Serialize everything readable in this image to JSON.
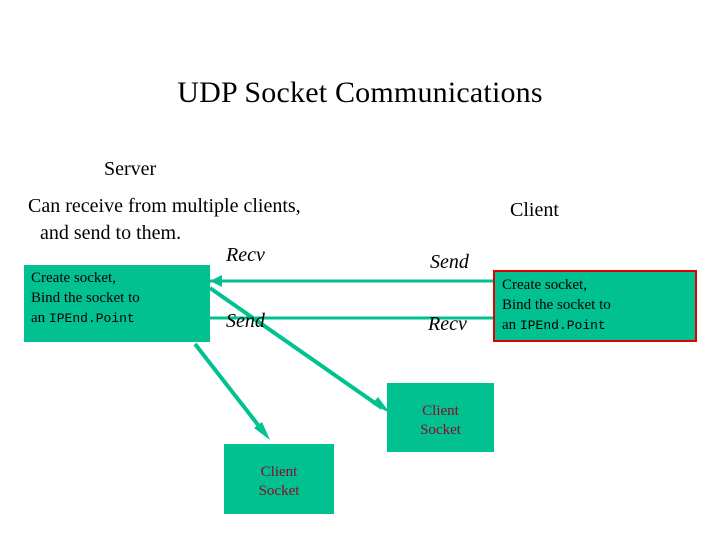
{
  "slide": {
    "title": "UDP Socket Communications",
    "server_label": "Server",
    "client_label": "Client",
    "server_desc_line1": "Can receive from multiple clients,",
    "server_desc_line2": "and send to them.",
    "arrow_labels": {
      "recv_left": "Recv",
      "send_left": "Send",
      "send_right": "Send",
      "recv_right": "Recv"
    },
    "server_box": {
      "line1": "Create socket,",
      "line2": "Bind the socket to",
      "line3_plain": "an ",
      "line3_mono": "IPEnd.Point"
    },
    "client_box": {
      "line1": "Create socket,",
      "line2": "Bind the socket to",
      "line3_plain": "an ",
      "line3_mono": "IPEnd.Point"
    },
    "socket_box_right": {
      "line1": "Client",
      "line2": "Socket"
    },
    "socket_box_left": {
      "line1": "Client",
      "line2": "Socket"
    },
    "colors": {
      "accent_green": "#00c18f",
      "red_border": "#e00000",
      "socket_text": "#8b0a2e",
      "text": "#000000",
      "background": "#ffffff"
    }
  }
}
